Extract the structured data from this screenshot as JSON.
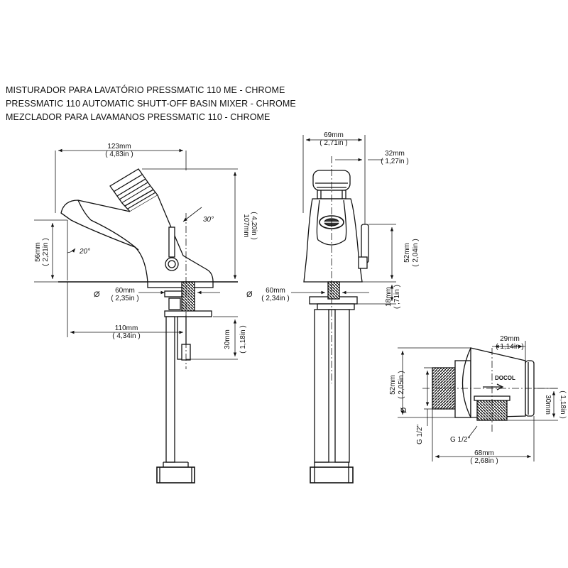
{
  "titles": [
    "MISTURADOR PARA LAVATÓRIO PRESSMATIC 110 ME - CHROME",
    "PRESSMATIC 110 AUTOMATIC SHUTT-OFF BASIN MIXER - CHROME",
    "MEZCLADOR PARA LAVAMANOS PRESSMATIC 110 - CHROME"
  ],
  "side_view": {
    "width_top": {
      "mm": "123mm",
      "in": "( 4,83in )"
    },
    "height_total": {
      "mm": "107mm",
      "in": "( 4,20in )"
    },
    "spout_height": {
      "mm": "56mm",
      "in": "( 2,21in )"
    },
    "angle_top": "30°",
    "angle_spout": "20°",
    "diam_symbol": "Ø",
    "hole_diam": {
      "mm": "60mm",
      "in": "( 2,35in )"
    },
    "spout_reach": {
      "mm": "110mm",
      "in": "( 4,34in )"
    },
    "max_deck": {
      "mm": "30mm",
      "in": "( 1,18in )"
    }
  },
  "front_view": {
    "width_top": {
      "mm": "69mm",
      "in": "( 2,71in )"
    },
    "lever_offset": {
      "mm": "32mm",
      "in": "( 1,27in )"
    },
    "lever_height": {
      "mm": "52mm",
      "in": "( 2,04in )"
    },
    "diam_symbol": "Ø",
    "hole_diam": {
      "mm": "60mm",
      "in": "( 2,34in )"
    },
    "base_height": {
      "mm": "18mm",
      "in": "( ,71in )"
    }
  },
  "valve_view": {
    "body_diam": {
      "mm": "52mm",
      "in": "( 2,05in )"
    },
    "diam_symbol": "Ø",
    "thread_left": "G 1/2\"",
    "thread_bottom": "G 1/2\"",
    "outlet_offset": {
      "mm": "29mm",
      "in": "( 1,14in )"
    },
    "outlet_height": {
      "mm": "30mm",
      "in": "( 1,18in )"
    },
    "length": {
      "mm": "68mm",
      "in": "( 2,68in )"
    },
    "brand": "DOCOL"
  }
}
